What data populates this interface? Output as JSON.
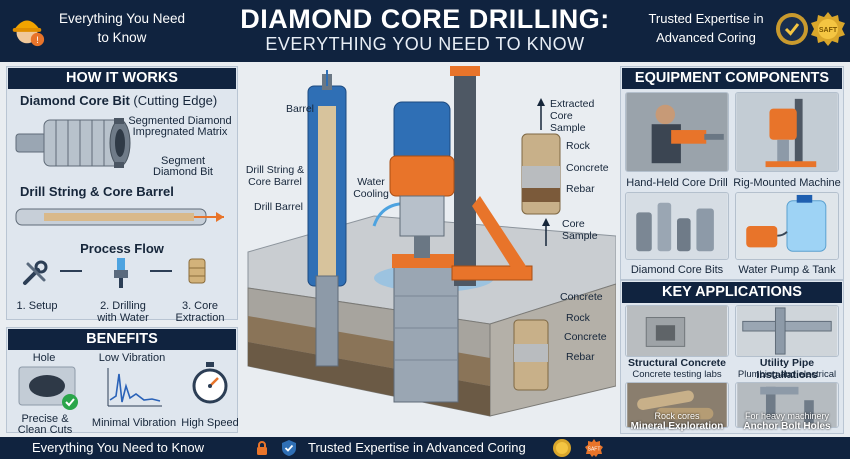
{
  "header": {
    "left_text": "Everything You Need to Know",
    "title": "DIAMOND CORE DRILLING:",
    "subtitle": "EVERYTHING YOU NEED TO KNOW",
    "right_text": "Trusted Expertise in Advanced Coring",
    "badge_text": "SAFT"
  },
  "how_it_works": {
    "heading": "HOW IT WORKS",
    "bit_title": "Diamond Core Bit",
    "bit_title_suffix": "(Cutting Edge)",
    "bit_labels": [
      "Segmented Diamond Impregnated Matrix",
      "Segment Diamond Bit"
    ],
    "drill_string_title": "Drill String & Core Barrel",
    "process_title": "Process Flow",
    "steps": [
      "1. Setup",
      "2. Drilling with Water",
      "3. Core Extraction"
    ]
  },
  "benefits": {
    "heading": "BENEFITS",
    "items": [
      {
        "top": "Hole",
        "bottom": "Precise & Clean Cuts"
      },
      {
        "top": "Low Vibration",
        "bottom": "Minimal Vibration"
      },
      {
        "top": "",
        "bottom": "High Speed"
      }
    ]
  },
  "illustration": {
    "labels": {
      "barrel": "Barrel",
      "drill_string": "Drill String & Core Barrel",
      "drill_barrel": "Drill Barrel",
      "water_cooling": "Water Cooling",
      "extracted": "Extracted Core Sample",
      "rock": "Rock",
      "concrete": "Concrete",
      "rebar": "Rebar",
      "core_sample": "Core Sample",
      "concrete2": "Concrete",
      "rock2": "Rock",
      "concrete3": "Concrete",
      "rebar2": "Rebar"
    }
  },
  "equipment": {
    "heading": "EQUIPMENT COMPONENTS",
    "items": [
      "Hand-Held Core Drill",
      "Rig-Mounted Machine",
      "Diamond Core Bits",
      "Water Pump & Tank"
    ]
  },
  "applications": {
    "heading": "KEY APPLICATIONS",
    "items": [
      {
        "title": "Structural Concrete",
        "sub": "Concrete testing labs"
      },
      {
        "title": "Utility Pipe Installations",
        "sub": "Plumbing and electrical"
      },
      {
        "title": "Mineral Exploration",
        "sub": "Rock cores"
      },
      {
        "title": "Anchor Bolt Holes",
        "sub": "For heavy machinery"
      }
    ]
  },
  "footer": {
    "left": "Everything You Need to Know",
    "center": "Trusted Expertise in Advanced Coring",
    "badge_text": "SAFT"
  },
  "colors": {
    "navy": "#10233f",
    "orange": "#e8742a",
    "steel": "#8d9aa8",
    "water": "#4da3e0"
  }
}
